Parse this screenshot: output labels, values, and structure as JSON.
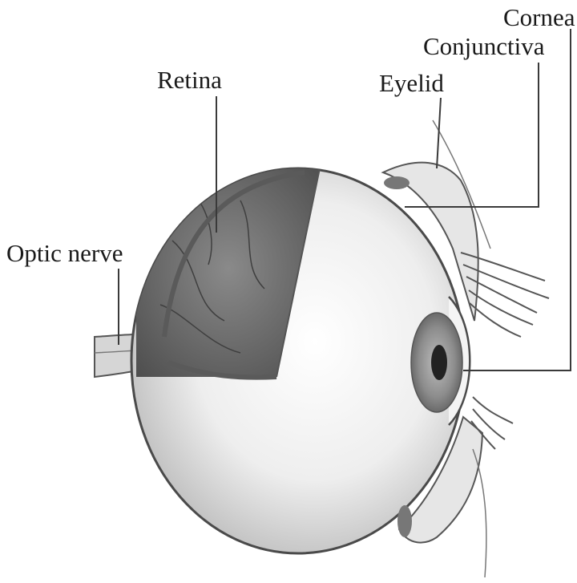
{
  "labels": {
    "retina": "Retina",
    "optic_nerve": "Optic nerve",
    "eyelid": "Eyelid",
    "conjunctiva": "Conjunctiva",
    "cornea": "Cornea"
  },
  "colors": {
    "leader_line": "#3a3a3a",
    "outline": "#4a4a4a",
    "retina_fill": "#6f6f6f",
    "sclera_fill": "#ececec",
    "iris_fill": "#9a9a9a",
    "pupil_fill": "#222222"
  }
}
